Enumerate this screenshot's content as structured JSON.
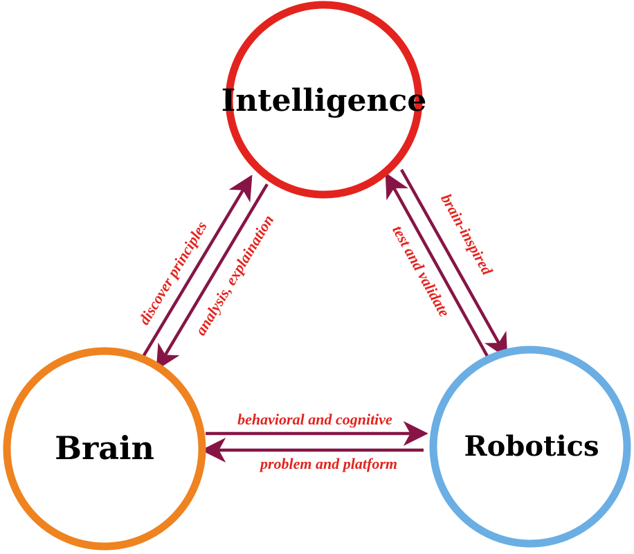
{
  "colors": {
    "intelligence_ring": "#e3231e",
    "brain_ring": "#ee8320",
    "robotics_ring": "#6aaee3",
    "arrow": "#861545",
    "edge_label": "#e3231e",
    "node_label": "#000000"
  },
  "nodes": {
    "intelligence": {
      "label": "Intelligence"
    },
    "brain": {
      "label": "Brain"
    },
    "robotics": {
      "label": "Robotics"
    }
  },
  "edges": {
    "brain_to_intelligence": {
      "label": "discover principles"
    },
    "intelligence_to_brain": {
      "label": "analysis, explaination"
    },
    "intelligence_to_robotics": {
      "label": "brain-inspired"
    },
    "robotics_to_intelligence": {
      "label": "test and validate"
    },
    "brain_to_robotics": {
      "label": "behavioral and cognitive"
    },
    "robotics_to_brain": {
      "label": "problem and platform"
    }
  }
}
